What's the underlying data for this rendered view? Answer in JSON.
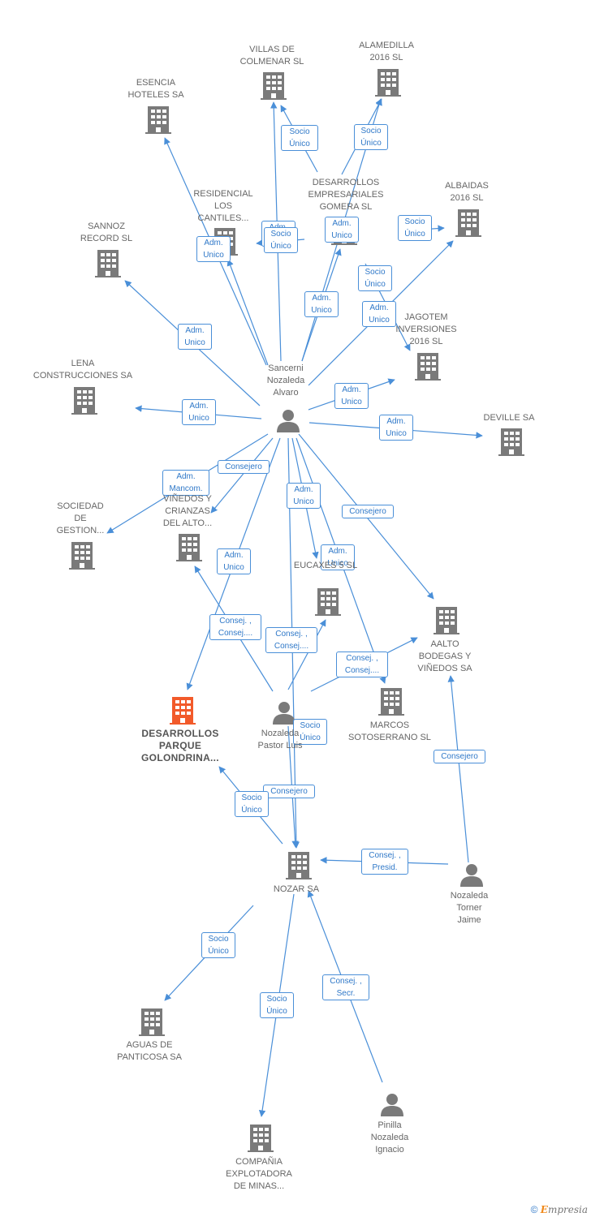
{
  "colors": {
    "edge": "#4a8fd8",
    "building": "#7a7a7a",
    "focus": "#f25a2a",
    "person": "#7a7a7a"
  },
  "nodes": [
    {
      "id": "esencia",
      "type": "company",
      "label": "ESENCIA\nHOTELES SA",
      "icon": "building-icon"
    },
    {
      "id": "villas",
      "type": "company",
      "label": "VILLAS DE\nCOLMENAR SL",
      "icon": "building-icon"
    },
    {
      "id": "alamedilla",
      "type": "company",
      "label": "ALAMEDILLA\n2016  SL",
      "icon": "building-icon"
    },
    {
      "id": "residencial",
      "type": "company",
      "label": "RESIDENCIAL\nLOS\nCANTILES...",
      "icon": "building-icon"
    },
    {
      "id": "gomera",
      "type": "company",
      "label": "DESARROLLOS\nEMPRESARIALES\nGOMERA SL",
      "icon": "building-icon"
    },
    {
      "id": "albaidas",
      "type": "company",
      "label": "ALBAIDAS\n2016  SL",
      "icon": "building-icon"
    },
    {
      "id": "sannoz",
      "type": "company",
      "label": "SANNOZ\nRECORD SL",
      "icon": "building-icon"
    },
    {
      "id": "jagotem",
      "type": "company",
      "label": "JAGOTEM\nINVERSIONES\n2016  SL",
      "icon": "building-icon"
    },
    {
      "id": "lena",
      "type": "company",
      "label": "LENA\nCONSTRUCCIONES SA",
      "icon": "building-icon"
    },
    {
      "id": "alvaro",
      "type": "person",
      "label": "Sancerni\nNozaleda\nAlvaro",
      "icon": "person-icon"
    },
    {
      "id": "deville",
      "type": "company",
      "label": "DEVILLE SA",
      "icon": "building-icon"
    },
    {
      "id": "sociedad",
      "type": "company",
      "label": "SOCIEDAD\nDE\nGESTION...",
      "icon": "building-icon"
    },
    {
      "id": "vinedos",
      "type": "company",
      "label": "VIÑEDOS Y\nCRIANZAS\nDEL ALTO...",
      "icon": "building-icon"
    },
    {
      "id": "eucaxes",
      "type": "company",
      "label": "EUCAXES 5  SL",
      "icon": "building-icon"
    },
    {
      "id": "aalto",
      "type": "company",
      "label": "AALTO\nBODEGAS Y\nVIÑEDOS SA",
      "icon": "building-icon"
    },
    {
      "id": "marcos",
      "type": "company",
      "label": "MARCOS\nSOTOSERRANO SL",
      "icon": "building-icon"
    },
    {
      "id": "golondrina",
      "type": "focus",
      "label": "DESARROLLOS\nPARQUE\nGOLONDRINA...",
      "icon": "building-icon"
    },
    {
      "id": "luis",
      "type": "person",
      "label": "Nozaleda\nPastor Luis",
      "icon": "person-icon"
    },
    {
      "id": "nozar",
      "type": "company",
      "label": "NOZAR SA",
      "icon": "building-icon"
    },
    {
      "id": "jaime",
      "type": "person",
      "label": "Nozaleda\nTorner\nJaime",
      "icon": "person-icon"
    },
    {
      "id": "aguas",
      "type": "company",
      "label": "AGUAS DE\nPANTICOSA SA",
      "icon": "building-icon"
    },
    {
      "id": "ignacio",
      "type": "person",
      "label": "Pinilla\nNozaleda\nIgnacio",
      "icon": "person-icon"
    },
    {
      "id": "compania",
      "type": "company",
      "label": "COMPAÑIA\nEXPLOTADORA\nDE MINAS...",
      "icon": "building-icon"
    }
  ],
  "edges": [
    {
      "from": "alvaro",
      "to": "esencia",
      "label": "Adm.\nUnico"
    },
    {
      "from": "alvaro",
      "to": "villas",
      "label": "Adm.\nUnico"
    },
    {
      "from": "gomera",
      "to": "villas",
      "label": "Socio\nÚnico"
    },
    {
      "from": "alvaro",
      "to": "alamedilla",
      "label": "Adm.\nUnico"
    },
    {
      "from": "gomera",
      "to": "alamedilla",
      "label": "Socio\nÚnico"
    },
    {
      "from": "alvaro",
      "to": "residencial",
      "label": "Adm.\nUnico"
    },
    {
      "from": "gomera",
      "to": "residencial",
      "label": "Socio\nÚnico"
    },
    {
      "from": "alvaro",
      "to": "gomera",
      "label": "Adm.\nUnico"
    },
    {
      "from": "gomera",
      "to": "albaidas",
      "label": "Socio\nÚnico"
    },
    {
      "from": "gomera",
      "to": "jagotem",
      "label": "Socio\nÚnico"
    },
    {
      "from": "alvaro",
      "to": "albaidas",
      "label": "Adm.\nUnico"
    },
    {
      "from": "alvaro",
      "to": "sannoz",
      "label": "Adm.\nUnico"
    },
    {
      "from": "alvaro",
      "to": "jagotem",
      "label": "Adm.\nUnico"
    },
    {
      "from": "alvaro",
      "to": "lena",
      "label": "Adm.\nUnico"
    },
    {
      "from": "alvaro",
      "to": "deville",
      "label": "Adm.\nUnico"
    },
    {
      "from": "alvaro",
      "to": "sociedad",
      "label": "Adm.\nMancom."
    },
    {
      "from": "alvaro",
      "to": "vinedos",
      "label": "Consejero"
    },
    {
      "from": "alvaro",
      "to": "golondrina",
      "label": "Adm.\nUnico"
    },
    {
      "from": "alvaro",
      "to": "eucaxes",
      "label": "Adm.\nUnico"
    },
    {
      "from": "alvaro",
      "to": "marcos",
      "label": "Adm.\nUnico"
    },
    {
      "from": "alvaro",
      "to": "aalto",
      "label": "Consejero"
    },
    {
      "from": "alvaro",
      "to": "nozar",
      "label": "Consejero"
    },
    {
      "from": "luis",
      "to": "vinedos",
      "label": "Consej. ,\nConsej...."
    },
    {
      "from": "luis",
      "to": "eucaxes",
      "label": "Consej. ,\nConsej...."
    },
    {
      "from": "luis",
      "to": "aalto",
      "label": "Consej. ,\nConsej...."
    },
    {
      "from": "luis",
      "to": "nozar",
      "label": "Socio\nÚnico"
    },
    {
      "from": "nozar",
      "to": "golondrina",
      "label": "Socio\nÚnico"
    },
    {
      "from": "jaime",
      "to": "aalto",
      "label": "Consejero"
    },
    {
      "from": "jaime",
      "to": "nozar",
      "label": "Consej. ,\nPresid."
    },
    {
      "from": "nozar",
      "to": "aguas",
      "label": "Socio\nÚnico"
    },
    {
      "from": "nozar",
      "to": "compania",
      "label": "Socio\nÚnico"
    },
    {
      "from": "ignacio",
      "to": "nozar",
      "label": "Consej. ,\nSecr."
    }
  ],
  "footer": {
    "copyright": "©",
    "brand_e": "E",
    "brand_rest": "mpresia"
  }
}
